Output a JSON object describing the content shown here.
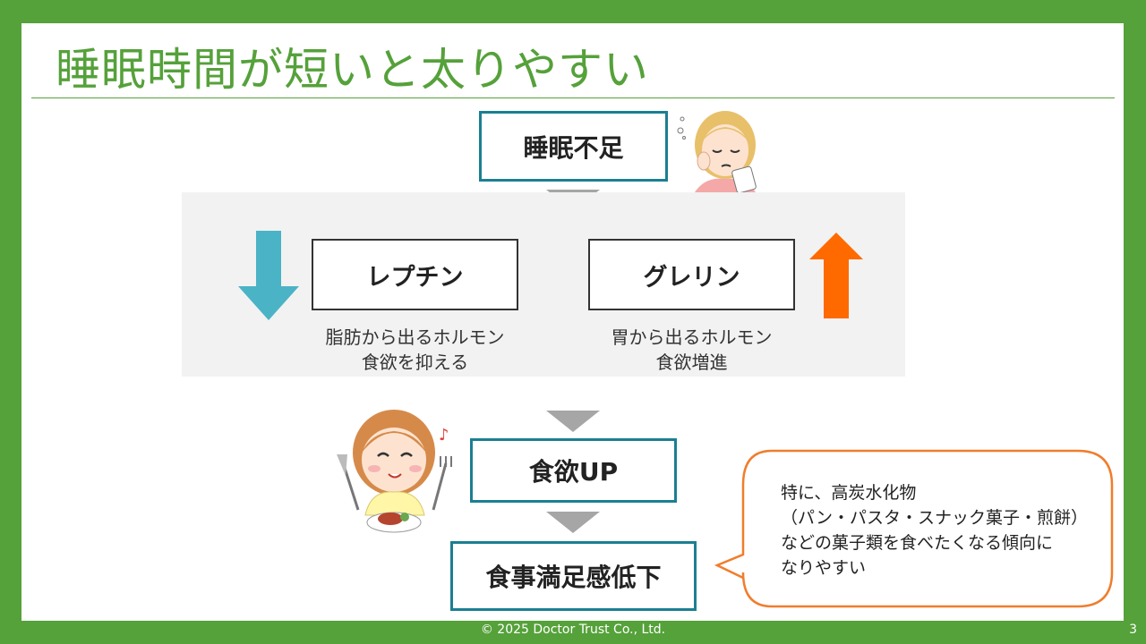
{
  "title": "睡眠時間が短いと太りやすい",
  "boxes": {
    "sleep_lack": "睡眠不足",
    "leptin": "レプチン",
    "ghrelin": "グレリン",
    "appetite_up": "食欲UP",
    "satiety_down": "食事満足感低下"
  },
  "descriptions": {
    "leptin": [
      "脂肪から出るホルモン",
      "食欲を抑える"
    ],
    "ghrelin": [
      "胃から出るホルモン",
      "食欲増進"
    ]
  },
  "callout": [
    "特に、高炭水化物",
    "（パン・パスタ・スナック菓子・煎餅）",
    "などの菓子類を食べたくなる傾向に",
    "なりやすい"
  ],
  "footer": "© 2025 Doctor Trust Co., Ltd.",
  "page_number": "3",
  "colors": {
    "frame": "#55a13a",
    "teal_border": "#1b7f92",
    "arrow_down": "#4bb3c6",
    "arrow_up": "#ff6a00",
    "callout_border": "#f07d2c",
    "connector": "#a6a6a6"
  }
}
